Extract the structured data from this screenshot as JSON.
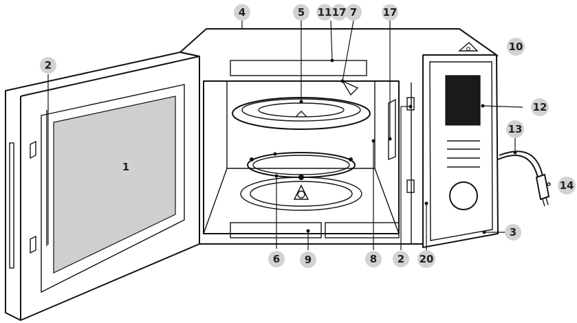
{
  "figure": {
    "corner_mark": "o",
    "callouts": [
      {
        "id": "c1",
        "label": "1"
      },
      {
        "id": "c2a",
        "label": "2"
      },
      {
        "id": "c4",
        "label": "4"
      },
      {
        "id": "c5",
        "label": "5"
      },
      {
        "id": "c11",
        "label": "11"
      },
      {
        "id": "c17a",
        "label": "17"
      },
      {
        "id": "c7",
        "label": "7"
      },
      {
        "id": "c17b",
        "label": "17"
      },
      {
        "id": "c10",
        "label": "10"
      },
      {
        "id": "c12",
        "label": "12"
      },
      {
        "id": "c13",
        "label": "13"
      },
      {
        "id": "c14",
        "label": "14"
      },
      {
        "id": "c3",
        "label": "3"
      },
      {
        "id": "c6",
        "label": "6"
      },
      {
        "id": "c9",
        "label": "9"
      },
      {
        "id": "c8",
        "label": "8"
      },
      {
        "id": "c2b",
        "label": "2"
      },
      {
        "id": "c20",
        "label": "20"
      }
    ]
  }
}
